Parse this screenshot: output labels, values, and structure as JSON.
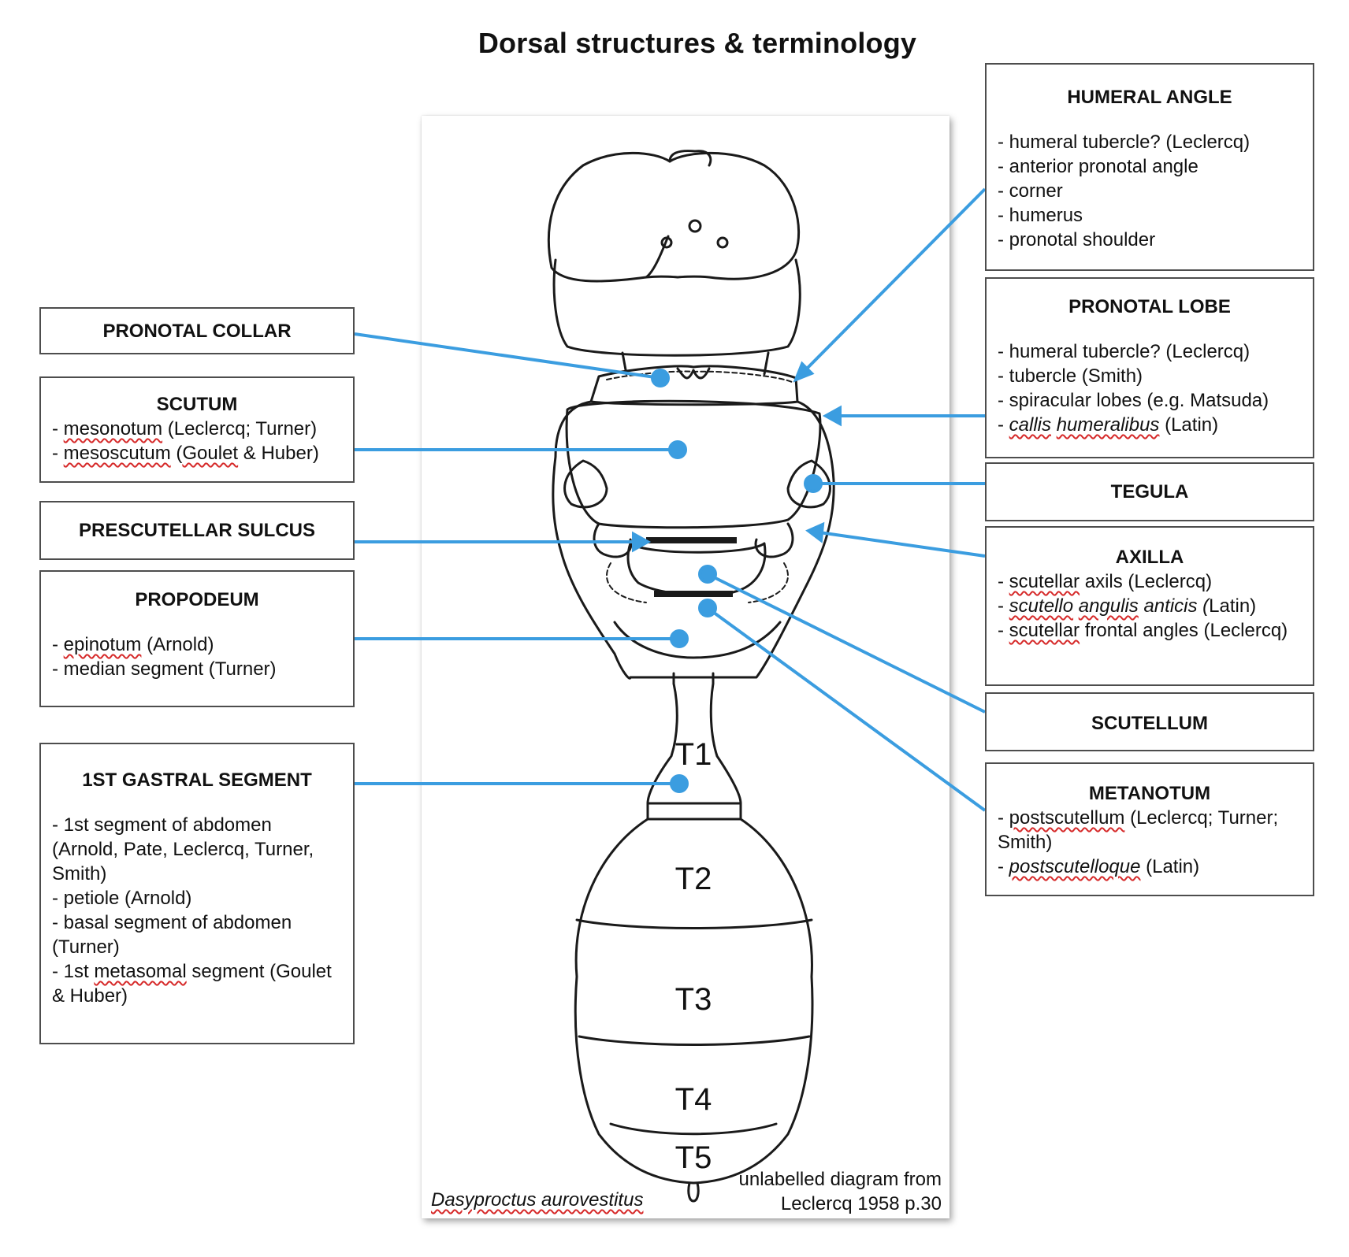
{
  "title": "Dorsal structures & terminology",
  "colors": {
    "leader_line": "#3b9de0",
    "box_border": "#4d4d4d"
  },
  "labels": {
    "pronotal_collar": {
      "heading": "PRONOTAL COLLAR"
    },
    "scutum": {
      "heading": "SCUTUM",
      "l1_a": "mesonotum",
      "l1_b": " (Leclercq; Turner)",
      "l2_a": "mesoscutum",
      "l2_b": "Goulet",
      "l2_c": " & Huber)"
    },
    "prescutellar_sulcus": {
      "heading": "PRESCUTELLAR SULCUS"
    },
    "propodeum": {
      "heading": "PROPODEUM",
      "l1_a": "epinotum",
      "l1_b": " (Arnold)",
      "l2": "- median segment (Turner)"
    },
    "first_gastral": {
      "heading": "1ST GASTRAL SEGMENT",
      "l1": "- 1st segment of abdomen (Arnold, Pate, Leclercq, Turner, Smith)",
      "l2": "- petiole (Arnold)",
      "l3": "- basal segment of abdomen (Turner)",
      "l4_a": "- 1st ",
      "l4_b": "metasomal",
      "l4_c": " segment (Goulet & Huber)"
    },
    "humeral_angle": {
      "heading": "HUMERAL ANGLE",
      "items": [
        "- humeral tubercle? (Leclercq)",
        "- anterior pronotal angle",
        "- corner",
        "- humerus",
        "- pronotal shoulder"
      ]
    },
    "pronotal_lobe": {
      "heading": "PRONOTAL LOBE",
      "l1": "- humeral tubercle? (Leclercq)",
      "l2": "- tubercle (Smith)",
      "l3": "- spiracular lobes (e.g. Matsuda)",
      "l4_a": "callis",
      "l4_b": "humeralibus",
      "l4_c": " (Latin)"
    },
    "tegula": {
      "heading": "TEGULA"
    },
    "axilla": {
      "heading": "AXILLA",
      "l1_a": "scutellar",
      "l1_b": " axils (Leclercq)",
      "l2_a": "scutello",
      "l2_b": "angulis",
      "l2_c": " anticis (",
      "l2_d": "Latin)",
      "l3_a": "scutellar",
      "l3_b": " frontal angles (Leclercq)"
    },
    "scutellum": {
      "heading": "SCUTELLUM"
    },
    "metanotum": {
      "heading": "METANOTUM",
      "l1_a": "postscutellum",
      "l1_b": " (Leclercq; Turner; Smith)",
      "l2_a": "postscutelloque",
      "l2_b": " (Latin)"
    }
  },
  "segments": [
    "T1",
    "T2",
    "T3",
    "T4",
    "T5"
  ],
  "species": "Dasyproctus aurovestitus",
  "credit": [
    "unlabelled diagram from",
    "Leclercq 1958 p.30"
  ]
}
